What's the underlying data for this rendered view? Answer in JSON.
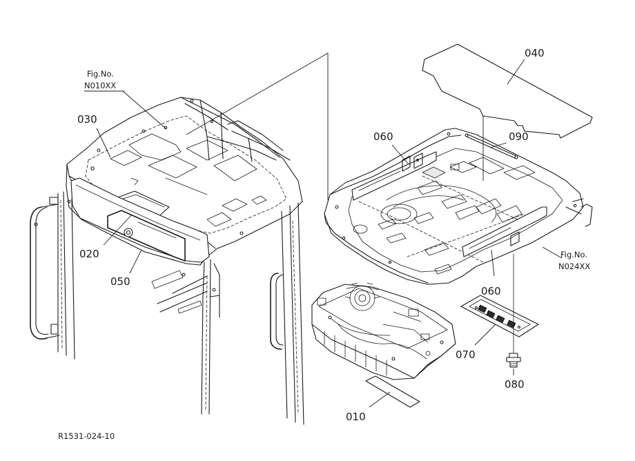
{
  "parts": [
    {
      "number": "040"
    },
    {
      "number": "030"
    },
    {
      "number": "060"
    },
    {
      "number": "090"
    },
    {
      "number": "020"
    },
    {
      "number": "050"
    },
    {
      "number": "060"
    },
    {
      "number": "070"
    },
    {
      "number": "080"
    },
    {
      "number": "010"
    }
  ],
  "references": [
    {
      "line1": "Fig.No.",
      "line2": "N010XX"
    },
    {
      "line1": "Fig.No.",
      "line2": "N024XX"
    }
  ],
  "drawing_code": "R1531-024-10"
}
